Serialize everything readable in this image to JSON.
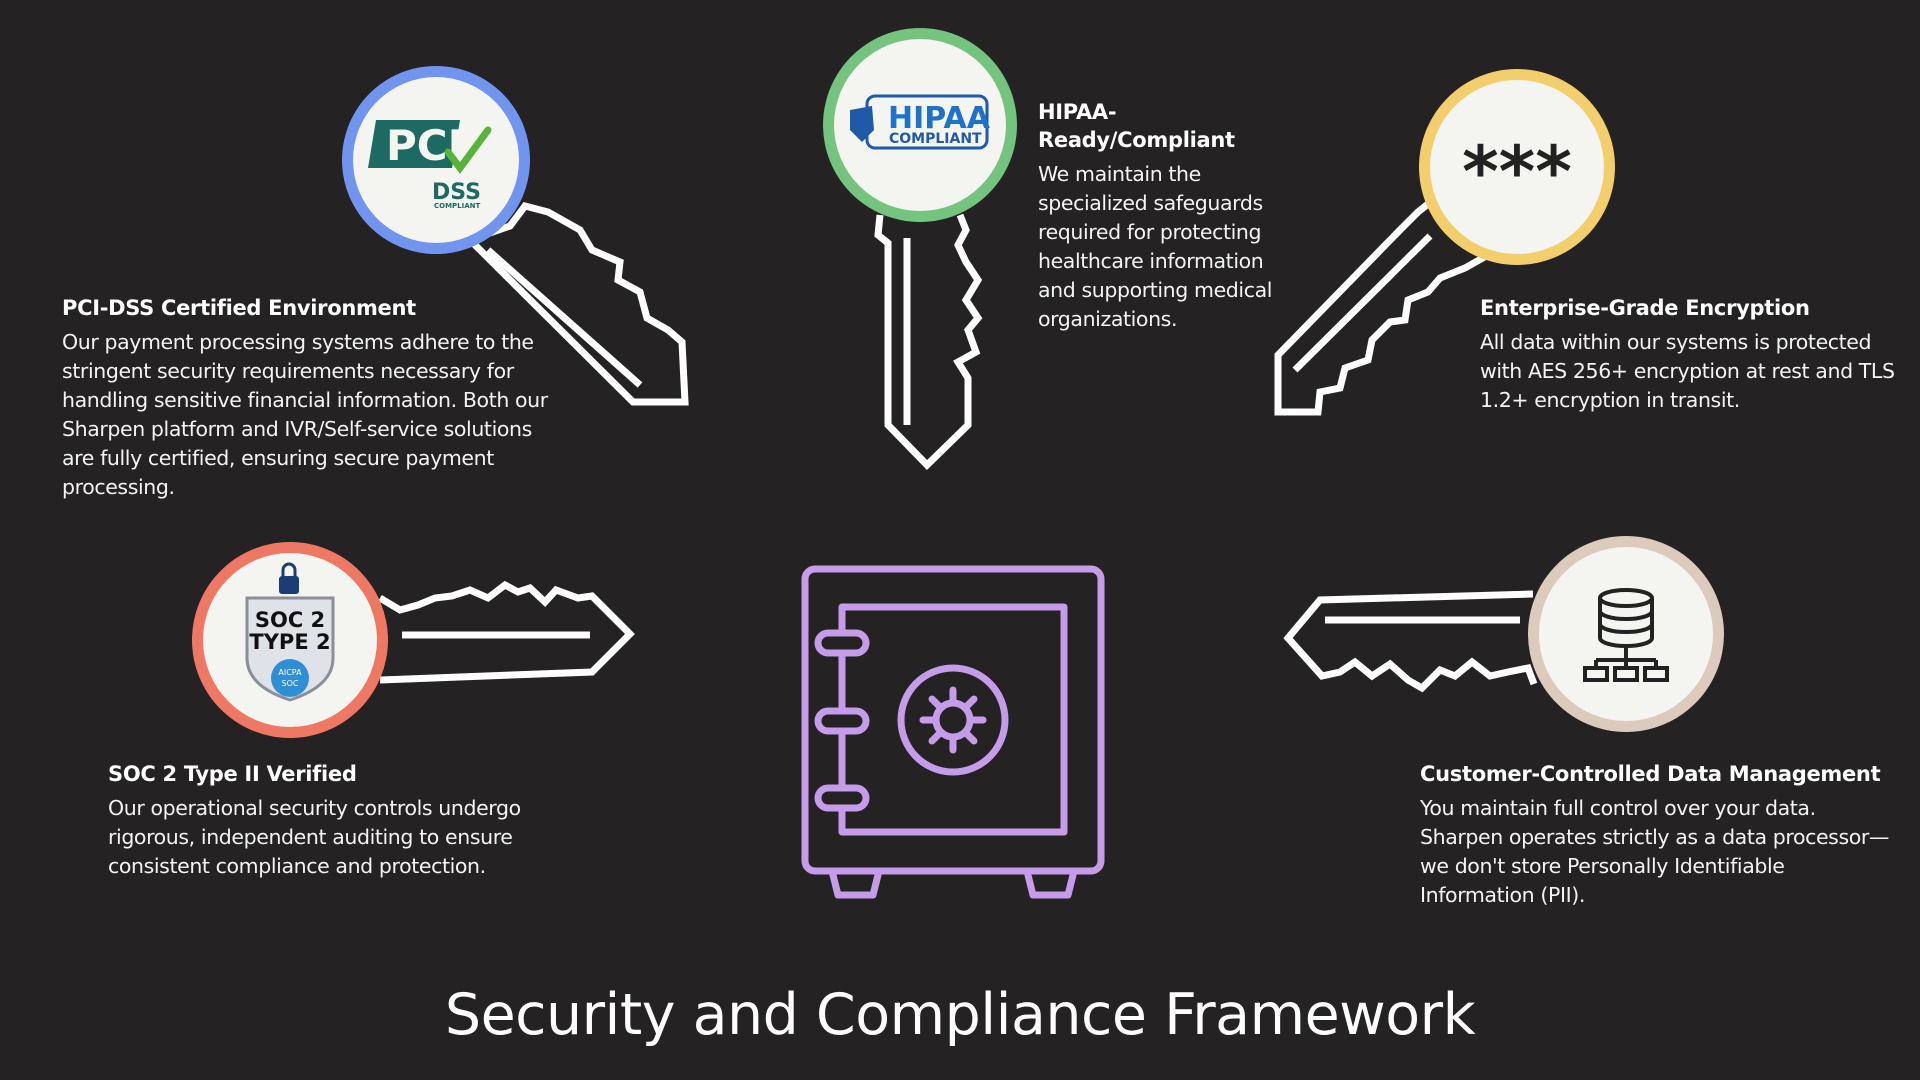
{
  "title": "Security and Compliance Framework",
  "colors": {
    "background": "#242223",
    "pci_ring": "#7195ee",
    "hipaa_ring": "#74c37e",
    "encryption_ring": "#f3ce6d",
    "soc_ring": "#ee7863",
    "data_ring": "#dccbbd",
    "safe": "#c59ce9"
  },
  "sections": {
    "pci": {
      "heading": "PCI-DSS Certified Environment",
      "body": "Our payment processing systems adhere to the stringent security requirements necessary for handling sensitive financial information. Both our Sharpen platform and IVR/Self-service solutions are fully certified, ensuring secure payment processing.",
      "logo_main": "PCI",
      "logo_sub": "DSS",
      "logo_small": "COMPLIANT",
      "icon": "pci-dss-logo"
    },
    "hipaa": {
      "heading": "HIPAA-Ready/Compliant",
      "body": "We maintain the specialized safeguards required for protecting healthcare information and supporting medical organizations.",
      "logo_main": "HIPAA",
      "logo_sub": "COMPLIANT",
      "icon": "hipaa-logo"
    },
    "encryption": {
      "heading": "Enterprise-Grade Encryption",
      "body": "All data within our systems is protected with AES 256+ encryption at rest and TLS 1.2+ encryption in transit.",
      "symbol": "***",
      "icon": "asterisk-icon"
    },
    "soc": {
      "heading": "SOC 2 Type II Verified",
      "body": "Our operational security controls undergo rigorous, independent auditing to ensure consistent compliance and protection.",
      "logo_line1": "SOC 2",
      "logo_line2": "TYPE 2",
      "seal_line1": "AICPA",
      "seal_line2": "SOC",
      "icon": "soc2-badge"
    },
    "data": {
      "heading": "Customer-Controlled Data Management",
      "body": "You maintain full control over your data. Sharpen operates strictly as a data processor—we don't store Personally Identifiable Information (PII).",
      "icon": "database-icon"
    }
  }
}
